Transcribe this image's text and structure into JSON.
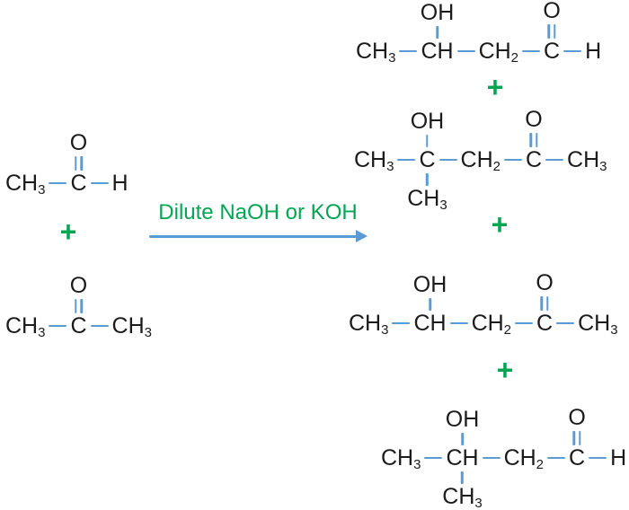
{
  "colors": {
    "bond_blue": "#5B9BD5",
    "accent_green": "#00A651",
    "text": "#1b1b1b",
    "background": "#ffffff"
  },
  "arrow": {
    "label": "Dilute NaOH or KOH"
  },
  "labels": {
    "plus": "+"
  },
  "reactants": [
    {
      "chain": [
        {
          "label": "CH3"
        },
        {
          "label": "C",
          "above": {
            "label": "O",
            "bond": "double"
          }
        },
        {
          "label": "H"
        }
      ]
    },
    {
      "chain": [
        {
          "label": "CH3"
        },
        {
          "label": "C",
          "above": {
            "label": "O",
            "bond": "double"
          }
        },
        {
          "label": "CH3"
        }
      ]
    }
  ],
  "products": [
    {
      "chain": [
        {
          "label": "CH3"
        },
        {
          "label": "CH",
          "above": {
            "label": "OH",
            "bond": "single"
          }
        },
        {
          "label": "CH2"
        },
        {
          "label": "C",
          "above": {
            "label": "O",
            "bond": "double"
          }
        },
        {
          "label": "H"
        }
      ]
    },
    {
      "chain": [
        {
          "label": "CH3"
        },
        {
          "label": "C",
          "above": {
            "label": "OH",
            "bond": "single"
          },
          "below": {
            "label": "CH3",
            "bond": "single"
          }
        },
        {
          "label": "CH2"
        },
        {
          "label": "C",
          "above": {
            "label": "O",
            "bond": "double"
          }
        },
        {
          "label": "CH3"
        }
      ]
    },
    {
      "chain": [
        {
          "label": "CH3"
        },
        {
          "label": "CH",
          "above": {
            "label": "OH",
            "bond": "single"
          }
        },
        {
          "label": "CH2"
        },
        {
          "label": "C",
          "above": {
            "label": "O",
            "bond": "double"
          }
        },
        {
          "label": "CH3"
        }
      ]
    },
    {
      "chain": [
        {
          "label": "CH3"
        },
        {
          "label": "CH",
          "above": {
            "label": "OH",
            "bond": "single"
          },
          "below": {
            "label": "CH3",
            "bond": "single"
          }
        },
        {
          "label": "CH2"
        },
        {
          "label": "C",
          "above": {
            "label": "O",
            "bond": "double"
          }
        },
        {
          "label": "H"
        }
      ]
    }
  ]
}
